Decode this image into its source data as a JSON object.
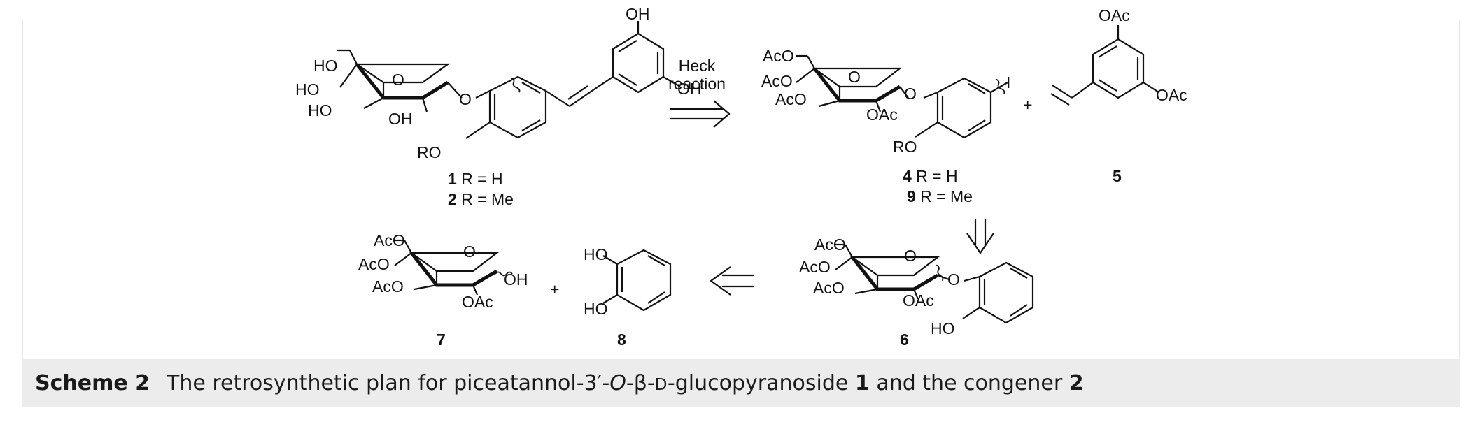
{
  "figure": {
    "caption": {
      "label": "Scheme 2",
      "text_before": "The retrosynthetic plan for piceatannol-3′-",
      "o_italic": "O",
      "text_mid": "-β-",
      "d_smallcaps": "D",
      "text_after": "-glucopyranoside",
      "num1": "1",
      "text_and": "and the congener",
      "num2": "2"
    },
    "arrow_label": {
      "line1": "Heck",
      "line2": "reaction"
    },
    "compound_labels": {
      "c1": {
        "num": "1",
        "text": " R = H"
      },
      "c2": {
        "num": "2",
        "text": " R = Me"
      },
      "c4": {
        "num": "4",
        "text": " R = H"
      },
      "c9": {
        "num": "9",
        "text": " R = Me"
      },
      "c5": "5",
      "c6": "6",
      "c7": "7",
      "c8": "8"
    },
    "plus": "+",
    "groups": {
      "ho": "HO",
      "oh": "OH",
      "ro": "RO",
      "o": "O",
      "aco": "AcO",
      "oac": "OAc",
      "i": "I"
    }
  }
}
